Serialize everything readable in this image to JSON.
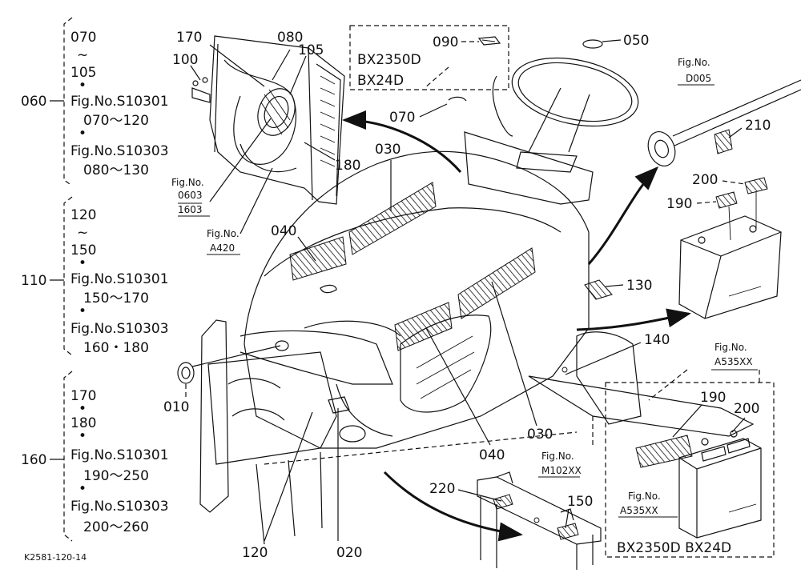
{
  "groups": {
    "g060": {
      "id": "060",
      "lines": [
        "070",
        "~",
        "105",
        "•",
        "Fig.No.S10301",
        "070～120",
        "•",
        "Fig.No.S10303",
        "080～130"
      ]
    },
    "g110": {
      "id": "110",
      "lines": [
        "120",
        "~",
        "150",
        "•",
        "Fig.No.S10301",
        "150～170",
        "•",
        "Fig.No.S10303",
        "160・180"
      ]
    },
    "g160": {
      "id": "160",
      "lines": [
        "170",
        "•",
        "180",
        "•",
        "Fig.No.S10301",
        "190～250",
        "•",
        "Fig.No.S10303",
        "200～260"
      ]
    }
  },
  "callouts": {
    "c170": "170",
    "c080": "080",
    "c100": "100",
    "c105": "105",
    "c090": "090",
    "c050": "050",
    "c070": "070",
    "c030a": "030",
    "c180": "180",
    "c210": "210",
    "c200a": "200",
    "c190a": "190",
    "c040a": "040",
    "c130": "130",
    "c140": "140",
    "c010": "010",
    "c040b": "040",
    "c030b": "030",
    "c190b": "190",
    "c200b": "200",
    "c220": "220",
    "c150": "150",
    "c120": "120",
    "c020": "020"
  },
  "figrefs": {
    "f0603": [
      "Fig.No.",
      "0603",
      "1603"
    ],
    "fA420": [
      "Fig.No.",
      "A420"
    ],
    "fD005": [
      "Fig.No.",
      "D005"
    ],
    "fA535a": [
      "Fig.No.",
      "A535XX"
    ],
    "fA535b": [
      "Fig.No.",
      "A535XX"
    ],
    "fM102": [
      "Fig.No.",
      "M102XX"
    ]
  },
  "model_boxes": {
    "top": [
      "BX2350D",
      "BX24D"
    ],
    "bottom": "BX2350D  BX24D"
  },
  "footer_code": "K2581-120-14"
}
